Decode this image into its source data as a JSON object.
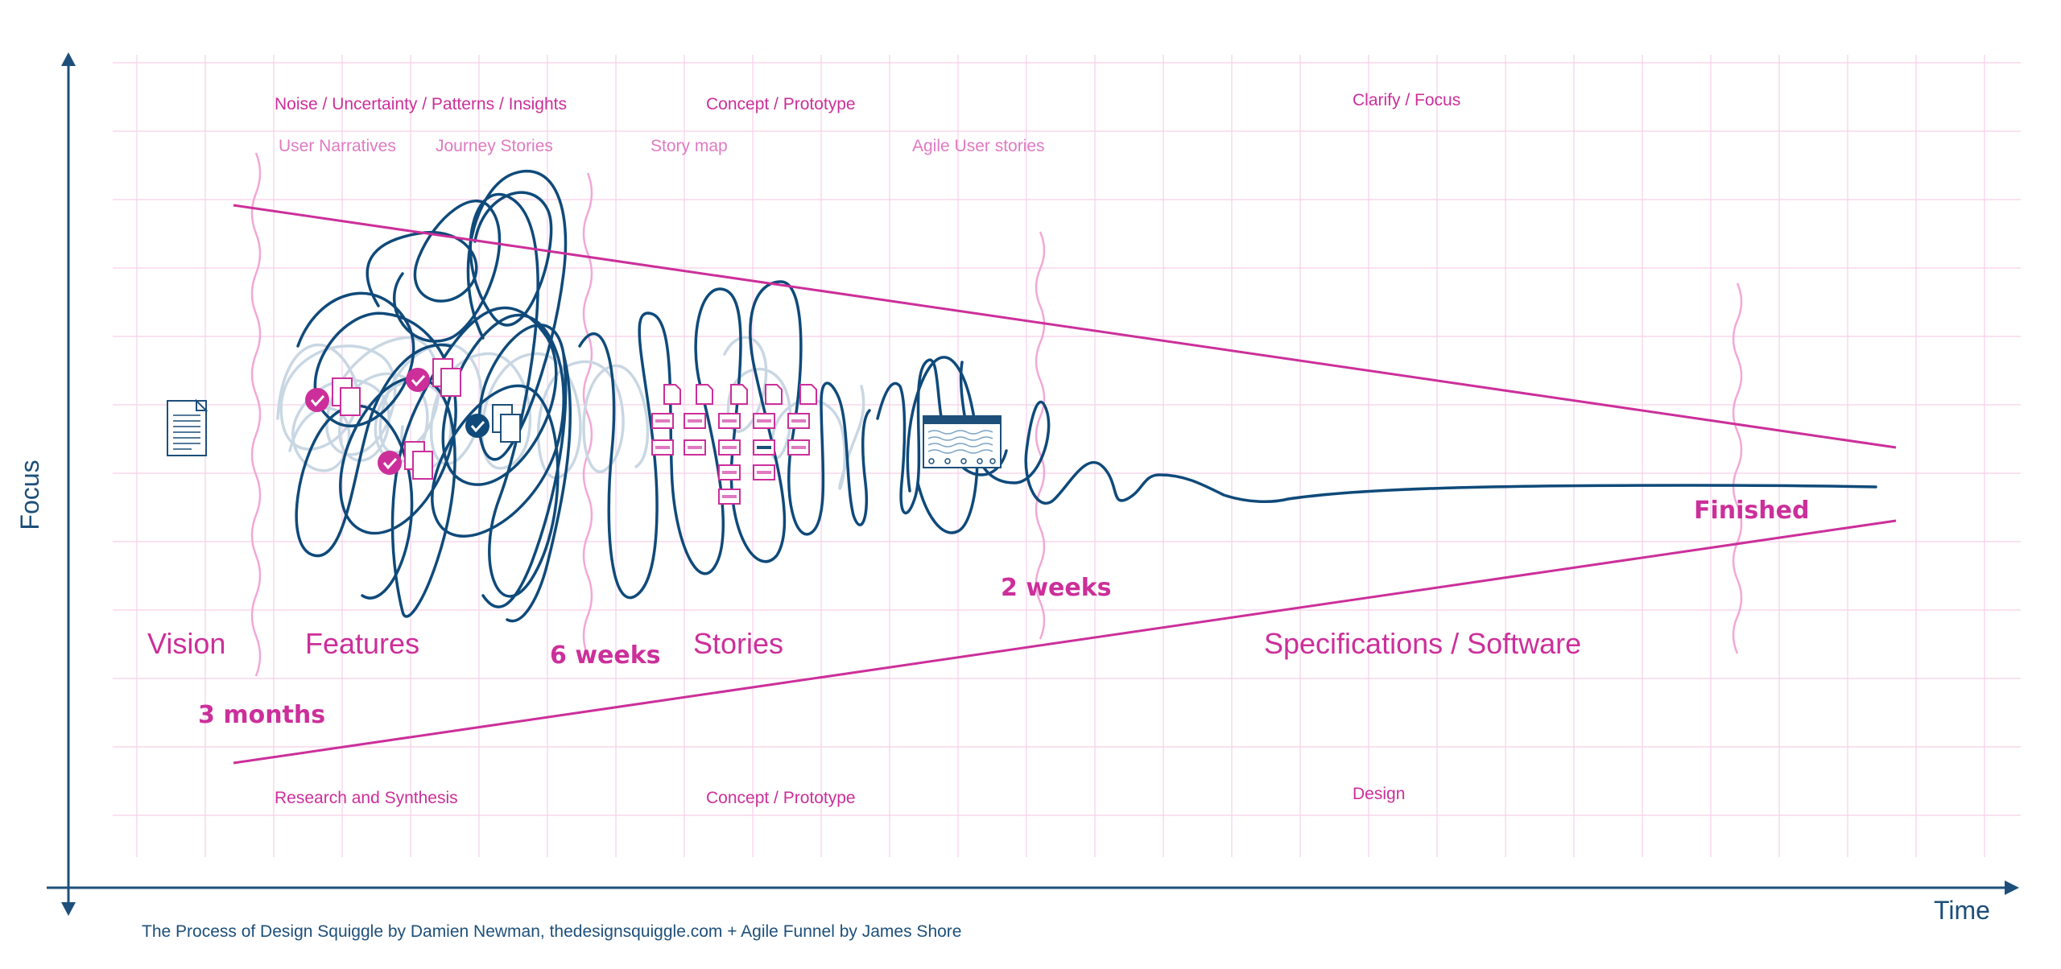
{
  "colors": {
    "accent": "#cc2f9a",
    "accent_light": "#e07ac0",
    "grid": "#f7cfe8",
    "navy": "#1d4f7a",
    "squiggle_dark": "#0f4a7a",
    "squiggle_light": "#c9d7e3"
  },
  "top_labels": {
    "noise": "Noise / Uncertainty / Patterns / Insights",
    "concept": "Concept / Prototype",
    "clarify": "Clarify  /  Focus"
  },
  "sub_labels": {
    "user_narratives": "User Narratives",
    "journey_stories": "Journey Stories",
    "story_map": "Story map",
    "agile_user_stories": "Agile User stories"
  },
  "phases": {
    "vision": "Vision",
    "features": "Features",
    "stories": "Stories",
    "specifications": "Specifications / Software"
  },
  "durations": {
    "three_months": "3 months",
    "six_weeks": "6 weeks",
    "two_weeks": "2 weeks",
    "finished": "Finished"
  },
  "bottom_labels": {
    "research": "Research and Synthesis",
    "concept": "Concept / Prototype",
    "design": "Design"
  },
  "axes": {
    "y_label": "Focus",
    "x_label": "Time"
  },
  "credit": "The Process of Design Squiggle by Damien Newman, thedesignsquiggle.com + Agile Funnel by James Shore",
  "icons": [
    "document-icon",
    "check-badge-icon",
    "documents-icon",
    "story-card-icon",
    "software-window-icon"
  ]
}
